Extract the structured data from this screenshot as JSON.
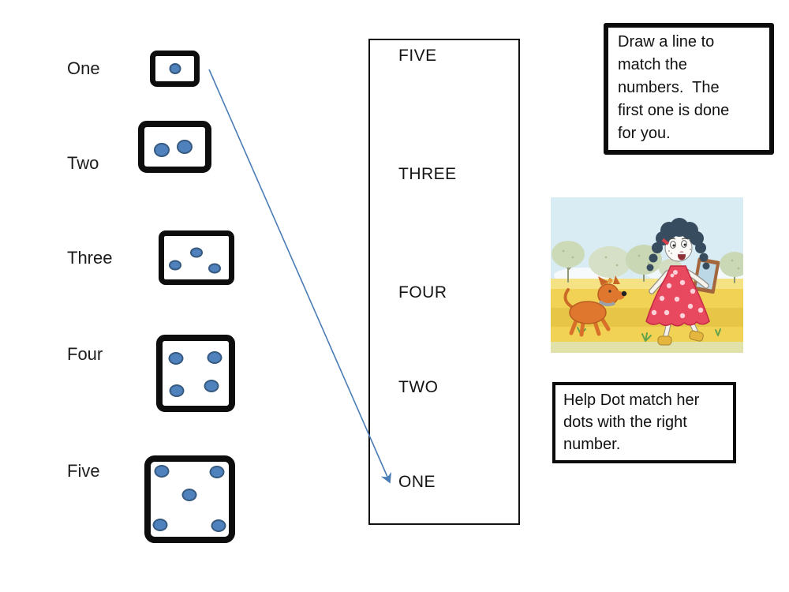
{
  "page": {
    "background": "#ffffff"
  },
  "left_column": {
    "items": [
      {
        "label": "One",
        "dots": 1
      },
      {
        "label": "Two",
        "dots": 2
      },
      {
        "label": "Three",
        "dots": 3
      },
      {
        "label": "Four",
        "dots": 4
      },
      {
        "label": "Five",
        "dots": 5
      }
    ]
  },
  "match_column": {
    "options": [
      "FIVE",
      "THREE",
      "FOUR",
      "TWO",
      "ONE"
    ]
  },
  "instructions_top": "Draw a line to\nmatch the\nnumbers.  The\nfirst one is done\nfor you.",
  "instructions_bottom": "Help Dot match her\ndots with the right\nnumber.",
  "example_match": {
    "from": "One",
    "to": "ONE"
  },
  "colors": {
    "dot_fill": "#4f81bd",
    "dot_edge": "#36597f",
    "arrow": "#4a7cb5",
    "box_border": "#0d0d0d"
  }
}
